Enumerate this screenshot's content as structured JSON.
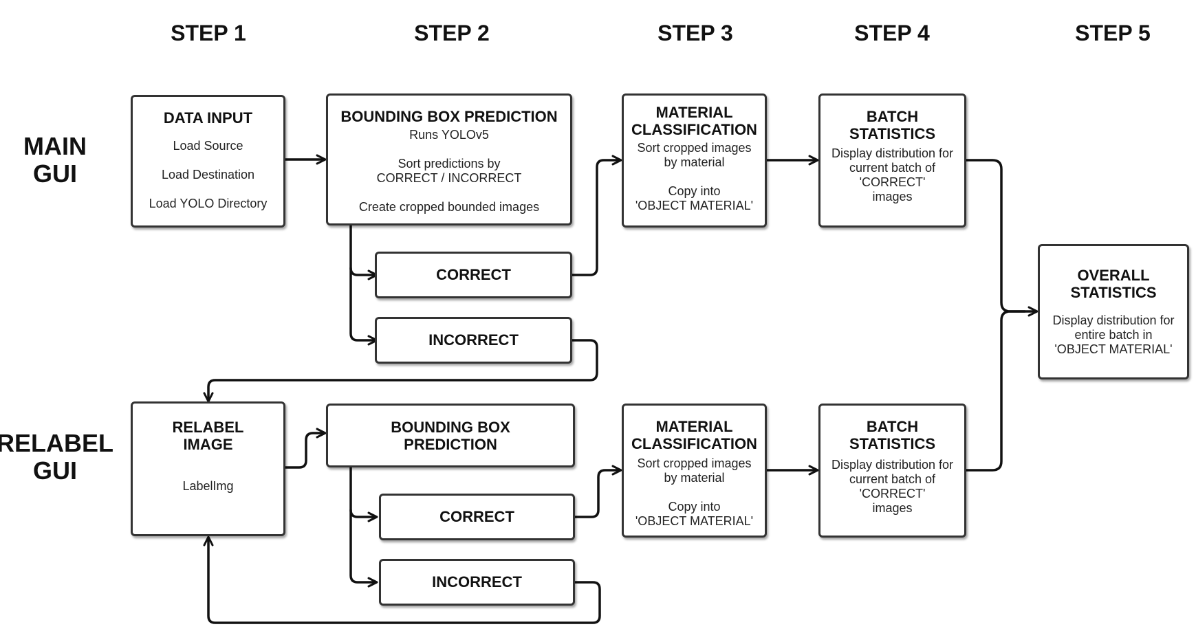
{
  "steps": [
    "STEP 1",
    "STEP 2",
    "STEP 3",
    "STEP 4",
    "STEP 5"
  ],
  "rows": {
    "main": [
      "MAIN",
      "GUI"
    ],
    "relabel": [
      "RELABEL",
      "GUI"
    ]
  },
  "main": {
    "data_input": {
      "title": "DATA INPUT",
      "lines": [
        "Load Source",
        "Load Destination",
        "Load YOLO Directory"
      ]
    },
    "bbox": {
      "title": "BOUNDING BOX PREDICTION",
      "lines": [
        "Runs YOLOv5",
        "Sort predictions by",
        "CORRECT / INCORRECT",
        "Create cropped bounded images"
      ]
    },
    "correct": "CORRECT",
    "incorrect": "INCORRECT",
    "material": {
      "title": [
        "MATERIAL",
        "CLASSIFICATION"
      ],
      "lines": [
        "Sort cropped images",
        "by material",
        "Copy into",
        "'OBJECT MATERIAL'"
      ]
    },
    "batch": {
      "title": [
        "BATCH",
        "STATISTICS"
      ],
      "lines": [
        "Display distribution for",
        "current batch of",
        "'CORRECT'",
        "images"
      ]
    }
  },
  "overall": {
    "title": [
      "OVERALL",
      "STATISTICS"
    ],
    "lines": [
      "Display distribution for",
      "entire batch in",
      "'OBJECT MATERIAL'"
    ]
  },
  "relabel": {
    "relabel_image": {
      "title": [
        "RELABEL",
        "IMAGE"
      ],
      "lines": [
        "LabelImg"
      ]
    },
    "bbox": {
      "title": [
        "BOUNDING BOX",
        "PREDICTION"
      ]
    },
    "correct": "CORRECT",
    "incorrect": "INCORRECT",
    "material": {
      "title": [
        "MATERIAL",
        "CLASSIFICATION"
      ],
      "lines": [
        "Sort cropped images",
        "by material",
        "Copy into",
        "'OBJECT MATERIAL'"
      ]
    },
    "batch": {
      "title": [
        "BATCH",
        "STATISTICS"
      ],
      "lines": [
        "Display distribution for",
        "current batch of",
        "'CORRECT'",
        "images"
      ]
    }
  }
}
